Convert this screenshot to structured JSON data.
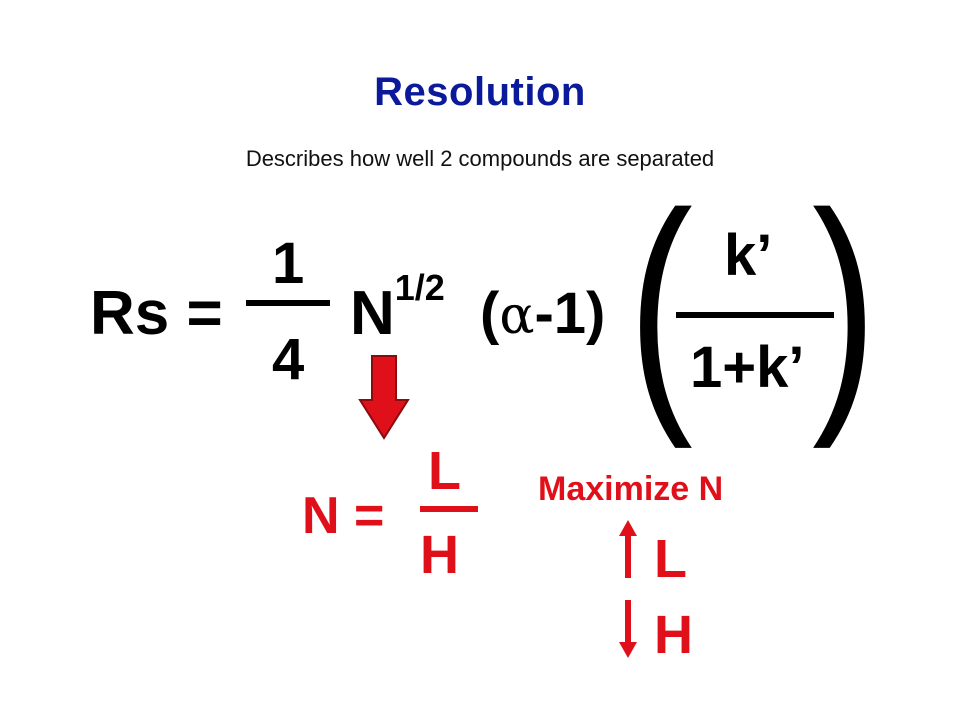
{
  "slide": {
    "title": "Resolution",
    "subtitle": "Describes how well 2 compounds are separated"
  },
  "equation": {
    "lhs": "Rs =",
    "frac1_num": "1",
    "frac1_den": "4",
    "n_base": "N",
    "n_exp": "1/2",
    "alpha_open": "(",
    "alpha_symbol": "α",
    "alpha_rest": "-1)",
    "paren_left": "(",
    "paren_right": ")",
    "frac2_num": "k’",
    "frac2_den": "1+k’"
  },
  "plate_number": {
    "lhs": "N =",
    "num": "L",
    "den": "H"
  },
  "maximize": {
    "label": "Maximize N",
    "l_label": "L",
    "h_label": "H"
  },
  "colors": {
    "title": "#0b1a9a",
    "accent_red": "#e0101a",
    "text": "#000000"
  }
}
